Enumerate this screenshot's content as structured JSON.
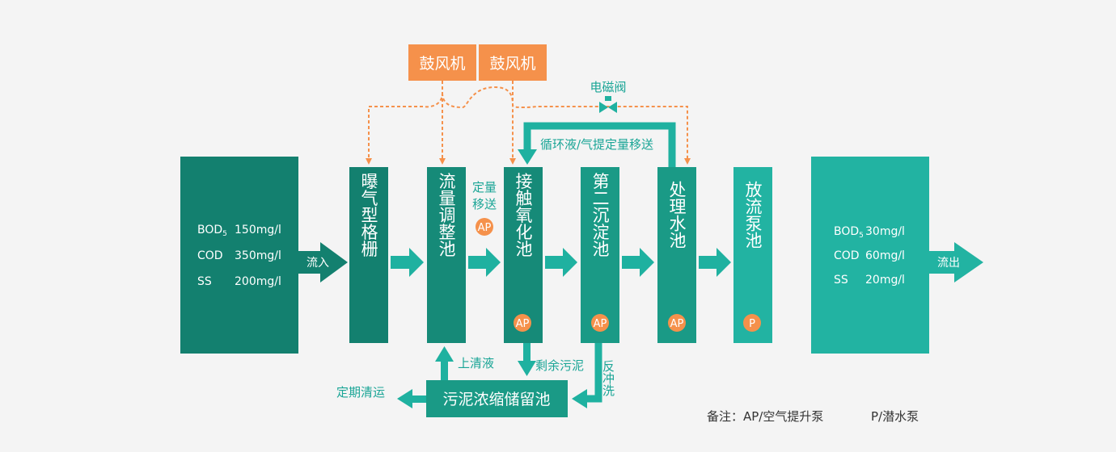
{
  "colors": {
    "background": "#f4f4f4",
    "dark_teal": "#13806f",
    "teal": "#1a9a86",
    "light_teal": "#22b3a2",
    "arrow_teal": "#1fb1a0",
    "orange": "#f5914b",
    "text_teal": "#1aa596",
    "white": "#ffffff",
    "dark_text": "#333333"
  },
  "blowers": [
    {
      "label": "鼓风机"
    },
    {
      "label": "鼓风机"
    }
  ],
  "valve": {
    "label": "电磁阀",
    "icon": "valve-icon"
  },
  "influent": {
    "flow_label": "流入",
    "rows": [
      {
        "param": "BOD",
        "sub": "5",
        "value": "150mg/l"
      },
      {
        "param": "COD",
        "sub": "",
        "value": "350mg/l"
      },
      {
        "param": "SS",
        "sub": "",
        "value": "200mg/l"
      }
    ]
  },
  "effluent": {
    "flow_label": "流出",
    "rows": [
      {
        "param": "BOD",
        "sub": "5",
        "value": "30mg/l"
      },
      {
        "param": "COD",
        "sub": "",
        "value": "60mg/l"
      },
      {
        "param": "SS",
        "sub": "",
        "value": "20mg/l"
      }
    ]
  },
  "units": [
    {
      "label": "曝气型格栅",
      "badge": ""
    },
    {
      "label": "流量调整池",
      "badge": ""
    },
    {
      "label": "接触氧化池",
      "badge": "AP"
    },
    {
      "label": "第二沉淀池",
      "badge": "AP"
    },
    {
      "label": "处理水池",
      "badge": "AP"
    },
    {
      "label": "放流泵池",
      "badge": "P"
    }
  ],
  "transfer": {
    "line1": "定量",
    "line2": "移送",
    "badge": "AP"
  },
  "recycle_label": "循环液/气提定量移送",
  "supernatant_label": "上清液",
  "excess_sludge_label": "剩余污泥",
  "backwash_label": "反冲洗",
  "sludge_tank_label": "污泥浓缩储留池",
  "regular_removal_label": "定期清运",
  "note": {
    "text": "备注：AP/空气提升泵",
    "text2": "P/潜水泵"
  }
}
